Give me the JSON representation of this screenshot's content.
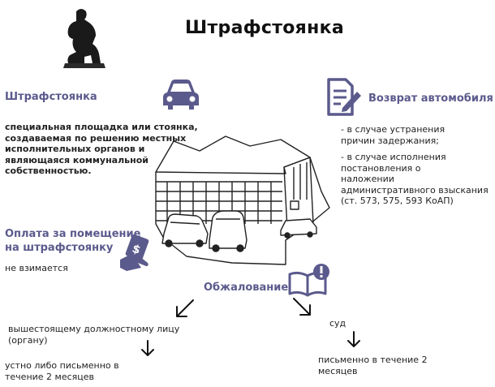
{
  "title": "Штрафстоянка",
  "definition": {
    "heading": "Штрафстоянка",
    "text": "специальная площадка или стоянка,\nсоздаваемая по решению местных\nисполнительных органов и\nявляющаяся коммунальной\nсобственностью."
  },
  "return": {
    "heading": "Возврат автомобиля",
    "item1": "- в случае устранения\nпричин задержания;",
    "item2": "- в случае исполнения\nпостановления о\nналожении\nадминистративного взыскания\n(ст. 573, 575, 593 КоАП)"
  },
  "payment": {
    "heading_line1": "Оплата за помещение",
    "heading_line2": "на штрафстоянку",
    "text": "не взимается"
  },
  "appeal": {
    "heading": "Обжалование",
    "left_target": "вышестоящему должностному лицу\n(органу)",
    "left_term": "устно либо письменно в\nтечение  2 месяцев",
    "right_target": "суд",
    "right_term": "письменно в течение 2\nмесяцев"
  },
  "icons": {
    "thinker": "thinker-statue-icon",
    "car": "car-icon",
    "document": "document-edit-icon",
    "payment": "hand-dollar-icon",
    "appeal": "open-book-alert-icon"
  },
  "colors": {
    "accent": "#5b5a8c",
    "text": "#222222"
  }
}
